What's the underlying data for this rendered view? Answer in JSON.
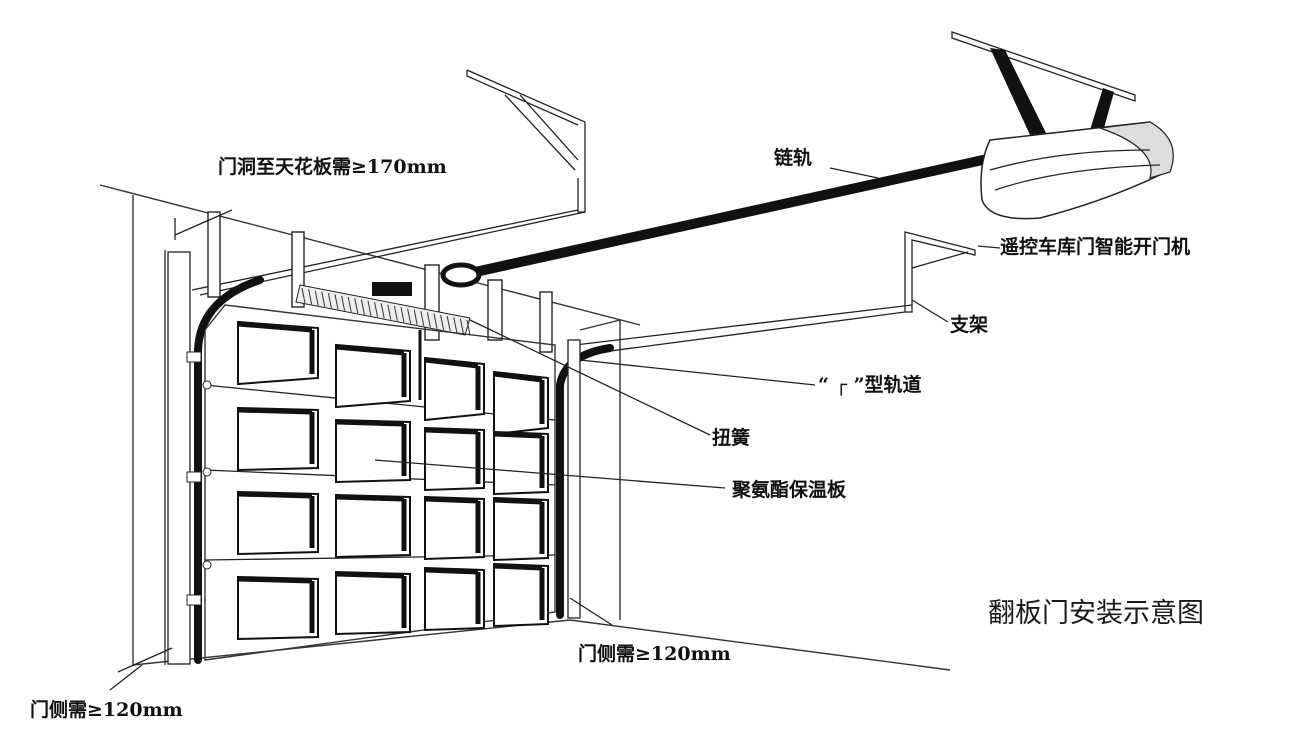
{
  "labels": {
    "ceiling_clearance": "门洞至天花板需≥170mm",
    "chain_rail": "链轨",
    "opener": "遥控车库门智能开门机",
    "bracket": "支架",
    "track": "“ ┌ ”型轨道",
    "torsion_spring": "扭簧",
    "insulation_panel": "聚氨酯保温板",
    "side_clearance_right": "门侧需≥120mm",
    "side_clearance_left": "门侧需≥120mm"
  },
  "caption": "翻板门安装示意图",
  "colors": {
    "ink": "#111111",
    "background": "#ffffff"
  }
}
